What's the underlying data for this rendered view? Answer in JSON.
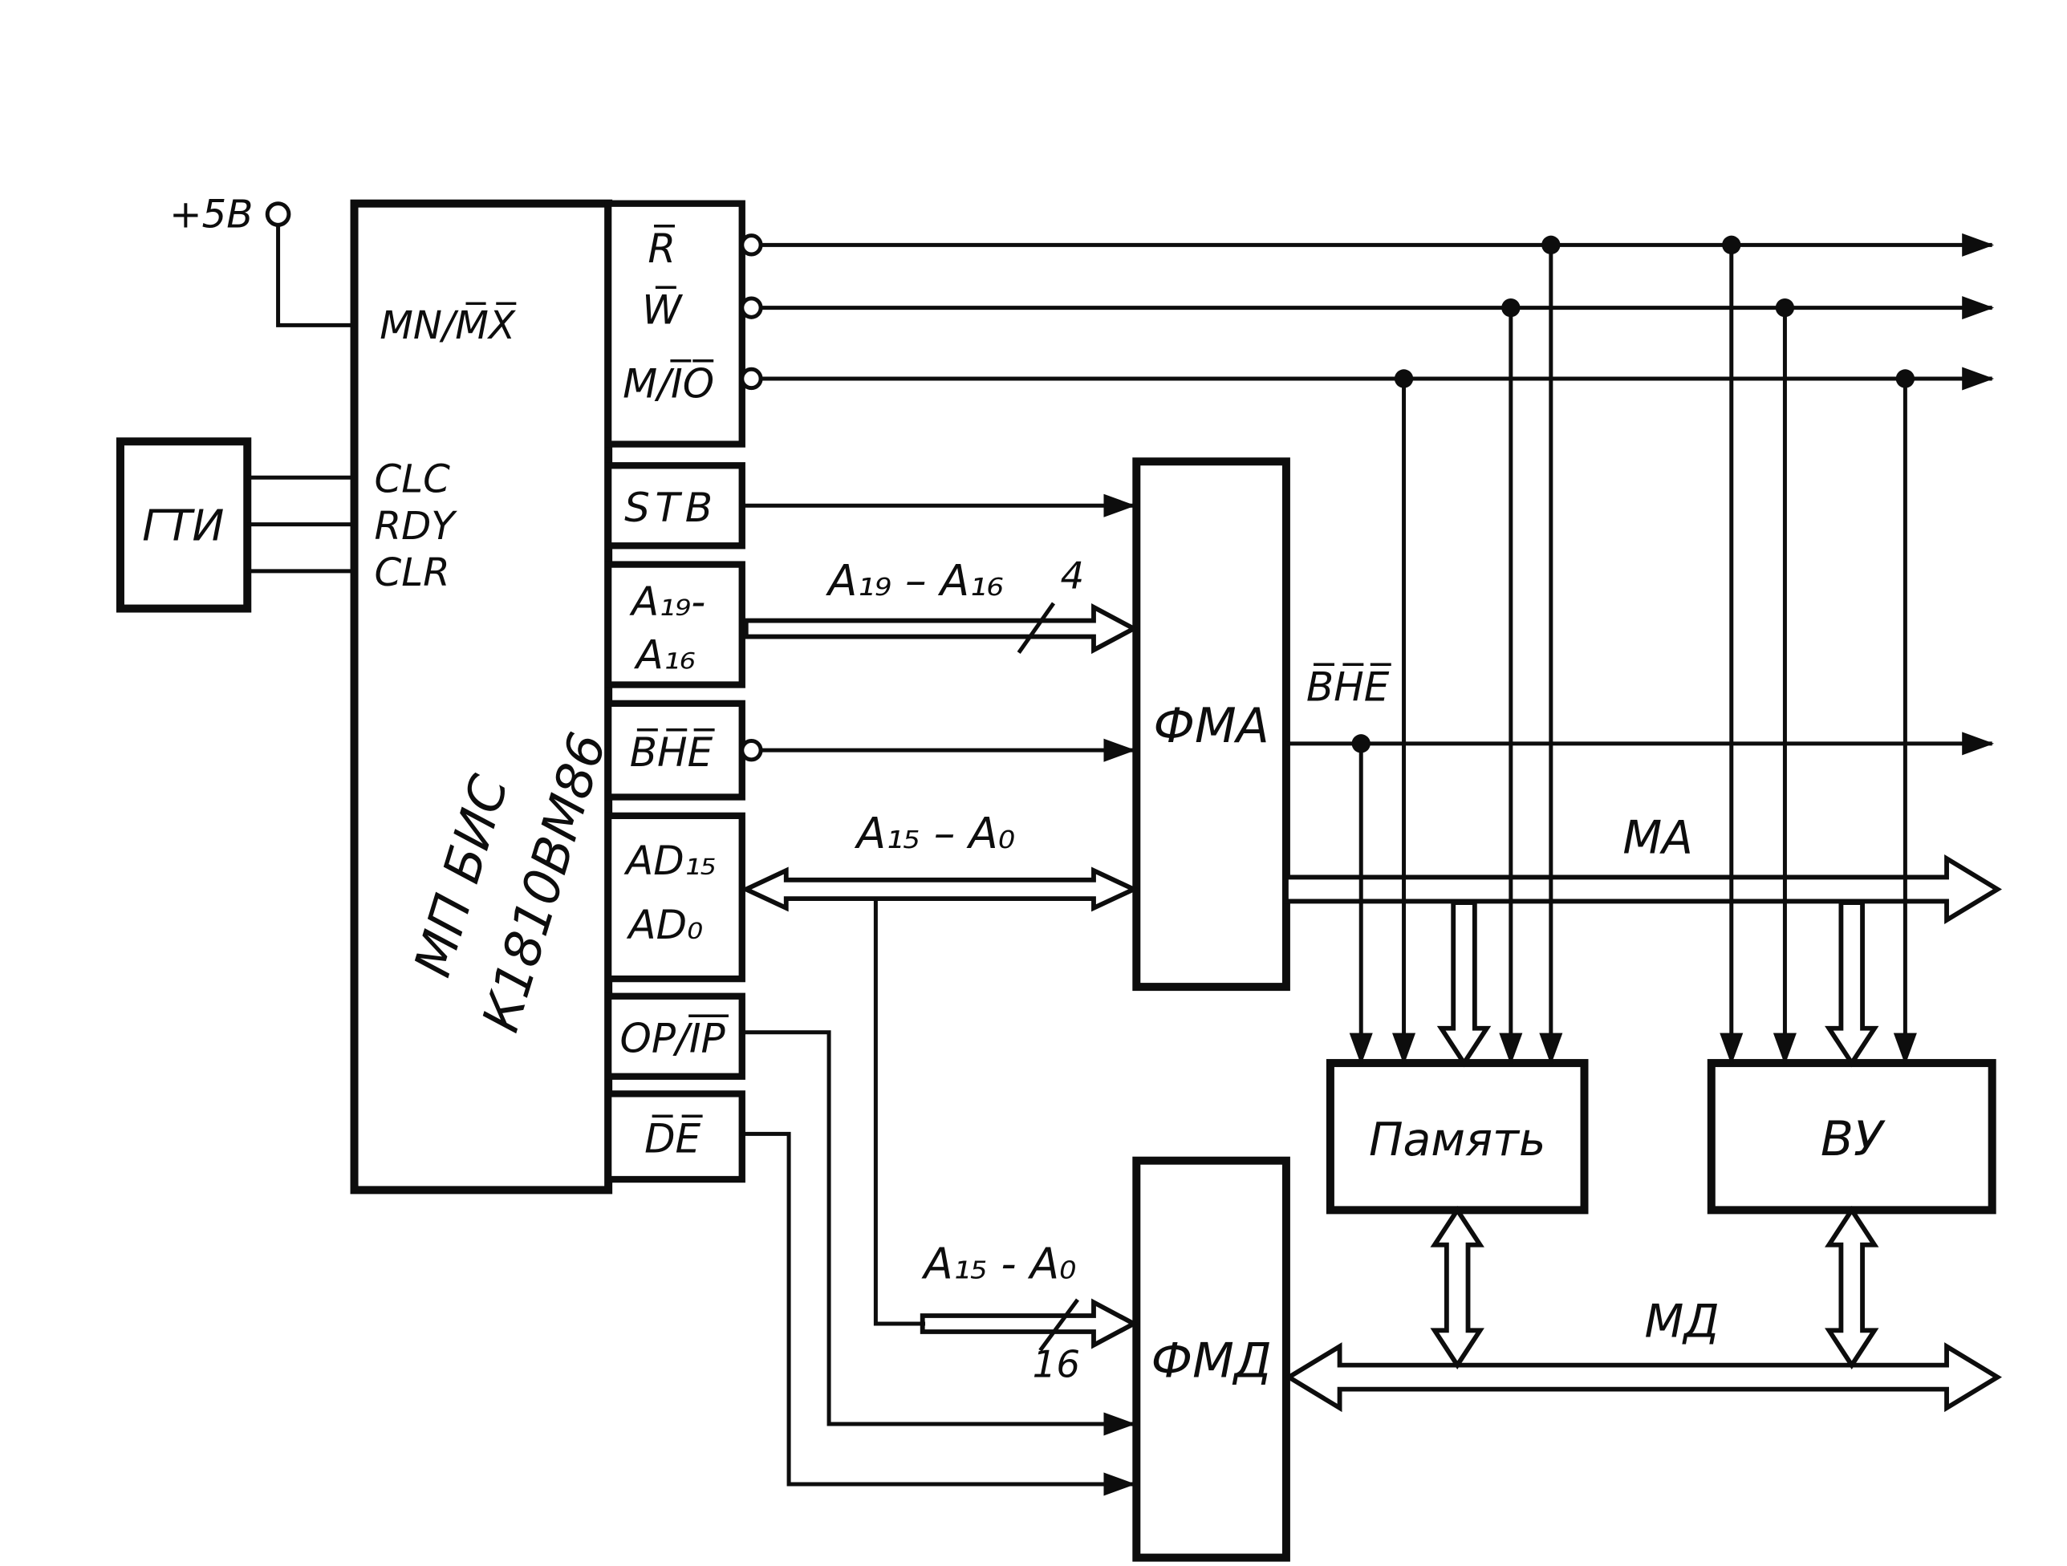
{
  "colors": {
    "ink": "#0d0d0d",
    "paper": "#ffffff"
  },
  "labels": {
    "power": "+5В",
    "gti": "ГТИ",
    "mn_mx": "MN/M̅X̅",
    "clc": "CLC",
    "rdy": "RDY",
    "clr": "CLR",
    "cpu_line1": "МП БИС",
    "cpu_line2": "К1810ВМ86",
    "pin_r": "R̅",
    "pin_w": "W̅",
    "pin_mio": "M/I̅O̅",
    "pin_stb": "STB",
    "pin_a19": "А₁₉-",
    "pin_a16": "А₁₆",
    "pin_bhe": "B̅H̅E̅",
    "pin_ad15": "AD₁₅",
    "pin_ad0": "AD₀",
    "pin_opip": "OP/I̅P̅",
    "pin_de": "D̅E̅",
    "bus_a19_a16": "А₁₉ – А₁₆",
    "bus_width_4": "4",
    "bhe_out": "B̅H̅E̅",
    "bus_a15_a0": "А₁₅ – А₀",
    "bus_ma": "МА",
    "fma": "ФМА",
    "fmd": "ФМД",
    "memory": "Память",
    "vu": "ВУ",
    "bus_a15_a0_fmd": "А₁₅ - А₀",
    "bus_width_16": "16",
    "bus_md": "МД"
  }
}
